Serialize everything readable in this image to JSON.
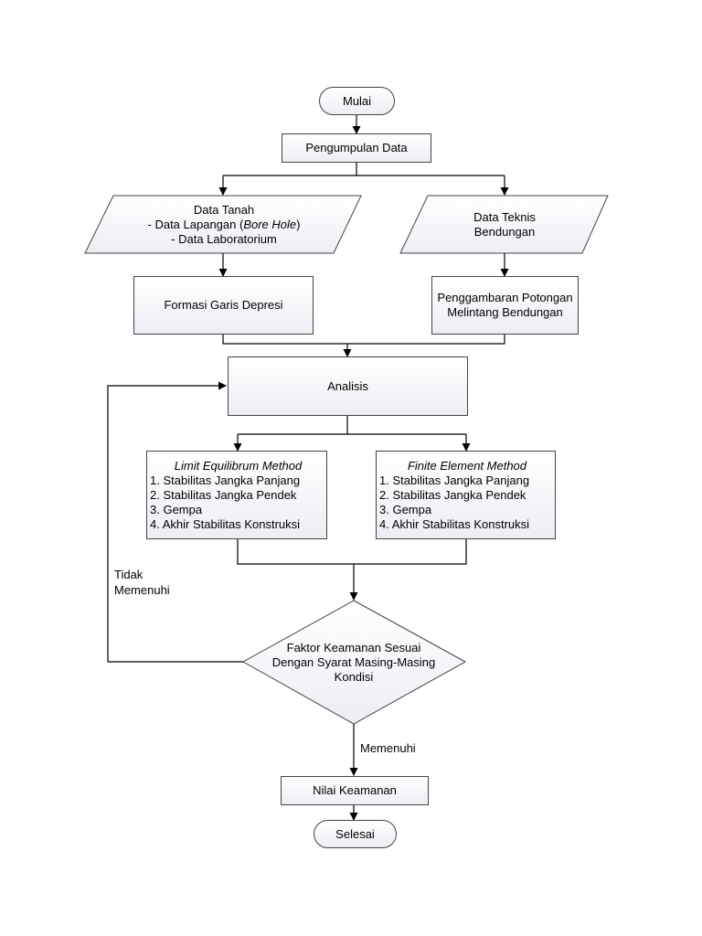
{
  "nodes": {
    "start": "Mulai",
    "collect": "Pengumpulan Data",
    "soil": {
      "line1": "Data Tanah",
      "line2_prefix": "- Data Lapangan (",
      "line2_italic": "Bore Hole",
      "line2_suffix": ")",
      "line3": "- Data Laboratorium"
    },
    "tech": {
      "line1": "Data Teknis",
      "line2": "Bendungan"
    },
    "depression": "Formasi Garis Depresi",
    "section": {
      "line1": "Penggambaran Potongan",
      "line2": "Melintang Bendungan"
    },
    "analysis": "Analisis",
    "lem": {
      "title": "Limit Equilibrum Method",
      "items": [
        "1. Stabilitas Jangka Panjang",
        "2. Stabilitas Jangka Pendek",
        "3. Gempa",
        "4. Akhir Stabilitas Konstruksi"
      ]
    },
    "fem": {
      "title": "Finite Element Method",
      "items": [
        "1. Stabilitas Jangka Panjang",
        "2. Stabilitas Jangka Pendek",
        "3. Gempa",
        "4. Akhir Stabilitas Konstruksi"
      ]
    },
    "decision": {
      "line1": "Faktor Keamanan Sesuai",
      "line2": "Dengan Syarat Masing-Masing",
      "line3": "Kondisi"
    },
    "safety": "Nilai Keamanan",
    "end": "Selesai"
  },
  "edge_labels": {
    "no_line1": "Tidak",
    "no_line2": "Memenuhi",
    "yes": "Memenuhi"
  },
  "colors": {
    "stroke": "#444444",
    "fill_top": "#ffffff",
    "fill_bottom": "#eceef4"
  }
}
